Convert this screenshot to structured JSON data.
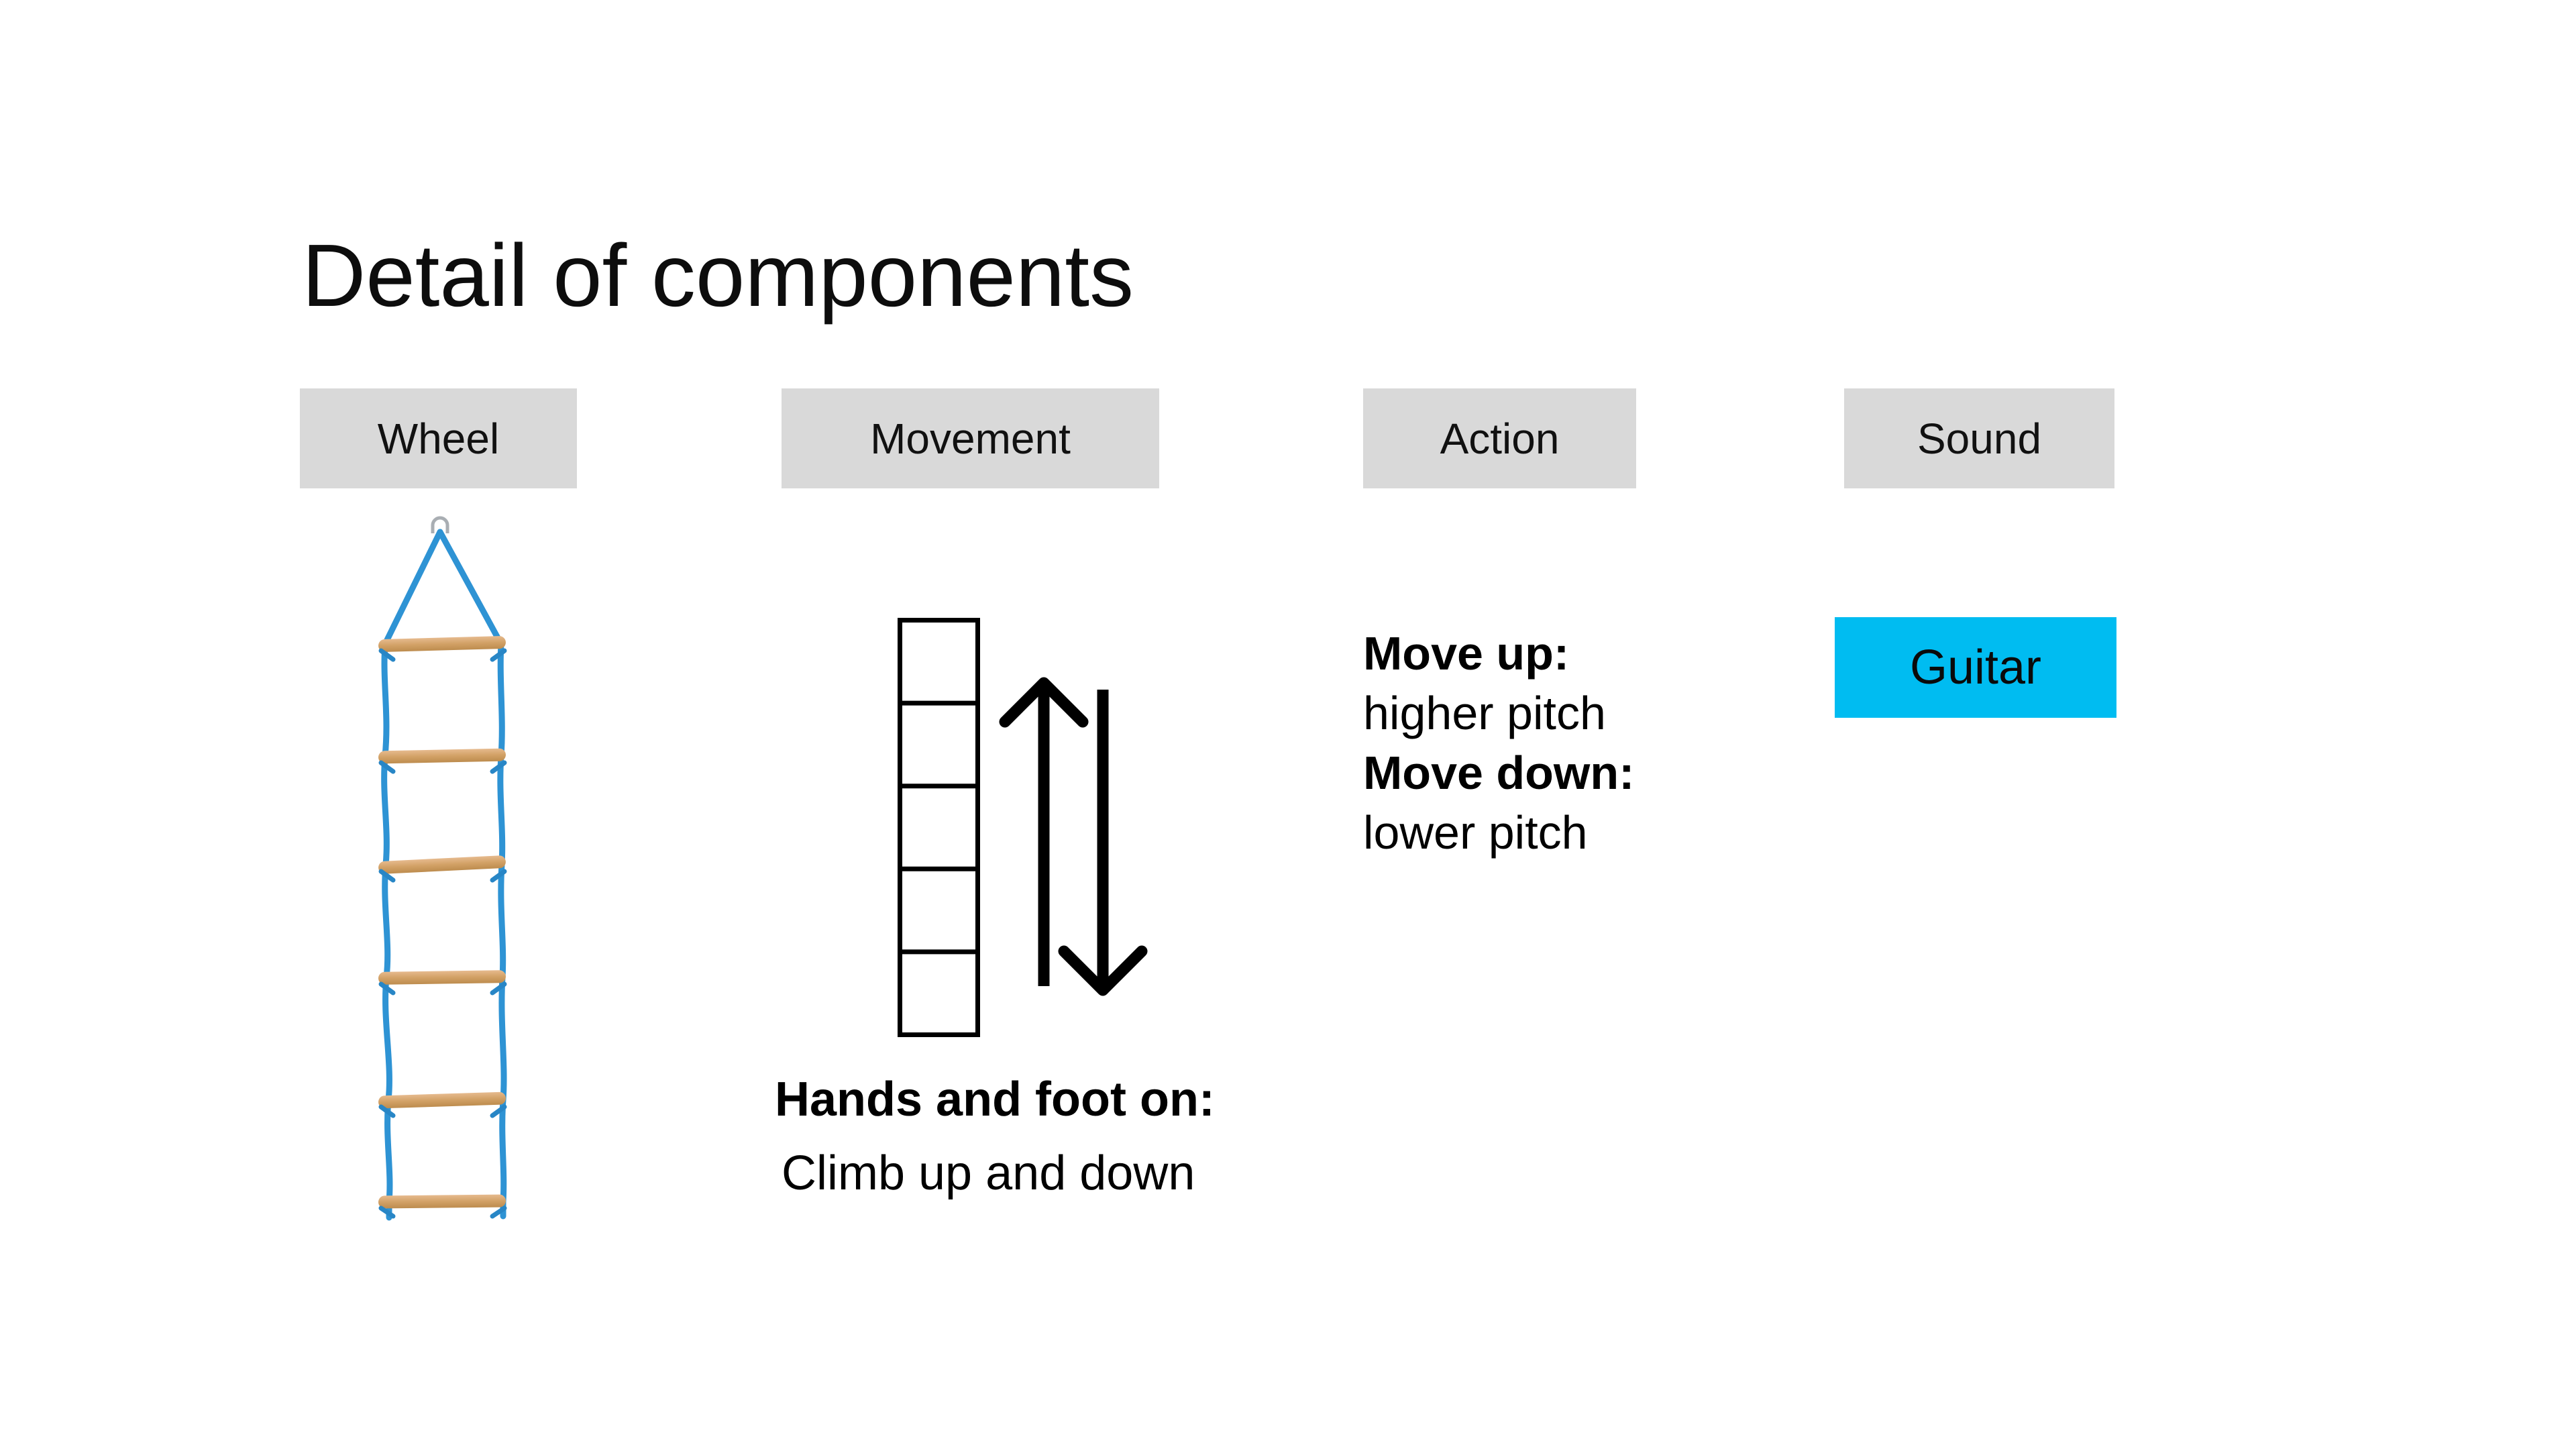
{
  "slide": {
    "title": "Detail of components",
    "background": "#ffffff"
  },
  "headers": {
    "bg_color": "#d9d9d9",
    "wheel": "Wheel",
    "movement": "Movement",
    "action": "Action",
    "sound": "Sound"
  },
  "wheel": {
    "illustration": "rope-ladder-photo",
    "rung_count": 6,
    "rope_color": "#2e93d4",
    "rung_color": "#d2a166",
    "hook_color": "#a9aeb3"
  },
  "movement": {
    "ladder_cells": 5,
    "arrows": [
      "up",
      "down"
    ],
    "label_bold": "Hands and foot on:",
    "label": "Climb up and down"
  },
  "action": {
    "lines": [
      {
        "text": "Move up:",
        "bold": true
      },
      {
        "text": "higher pitch",
        "bold": false
      },
      {
        "text": "Move down:",
        "bold": true
      },
      {
        "text": "lower pitch",
        "bold": false
      }
    ]
  },
  "sound": {
    "button_label": "Guitar",
    "button_bg": "#00bcf1"
  }
}
